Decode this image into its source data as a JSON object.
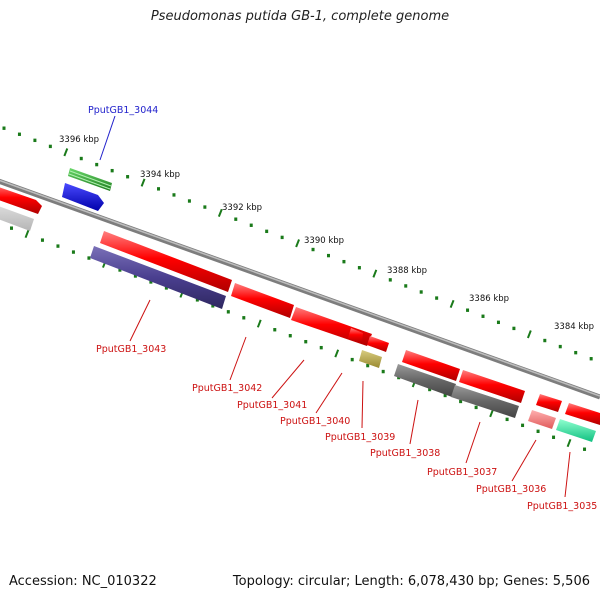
{
  "title": "Pseudomonas putida GB-1, complete genome",
  "footer": {
    "accession": "Accession: NC_010322",
    "summary": "Topology: circular; Length: 6,078,430 bp; Genes: 5,506"
  },
  "ticks": [
    {
      "label": "3396 kbp"
    },
    {
      "label": "3394 kbp"
    },
    {
      "label": "3392 kbp"
    },
    {
      "label": "3390 kbp"
    },
    {
      "label": "3388 kbp"
    },
    {
      "label": "3386 kbp"
    },
    {
      "label": "3384 kbp"
    }
  ],
  "genes": [
    {
      "label": "PputGB1_3044",
      "color": "#2222cc"
    },
    {
      "label": "PputGB1_3043",
      "color": "#cc1111"
    },
    {
      "label": "PputGB1_3042",
      "color": "#cc1111"
    },
    {
      "label": "PputGB1_3041",
      "color": "#cc1111"
    },
    {
      "label": "PputGB1_3040",
      "color": "#cc1111"
    },
    {
      "label": "PputGB1_3039",
      "color": "#cc1111"
    },
    {
      "label": "PputGB1_3038",
      "color": "#cc1111"
    },
    {
      "label": "PputGB1_3037",
      "color": "#cc1111"
    },
    {
      "label": "PputGB1_3036",
      "color": "#cc1111"
    },
    {
      "label": "PputGB1_3035",
      "color": "#cc1111"
    }
  ],
  "colors": {
    "backbone": "#888888",
    "tick": "#1a7a1a",
    "cds": "#ff0000",
    "rna_green": "#2e8b2e",
    "blue_feature": "#0000ee",
    "purple_feature": "#4a3f8f",
    "grey_feature": "#666666",
    "khaki_feature": "#b8a84a",
    "pink_feature": "#f07070",
    "teal_feature": "#2ee8a0"
  }
}
